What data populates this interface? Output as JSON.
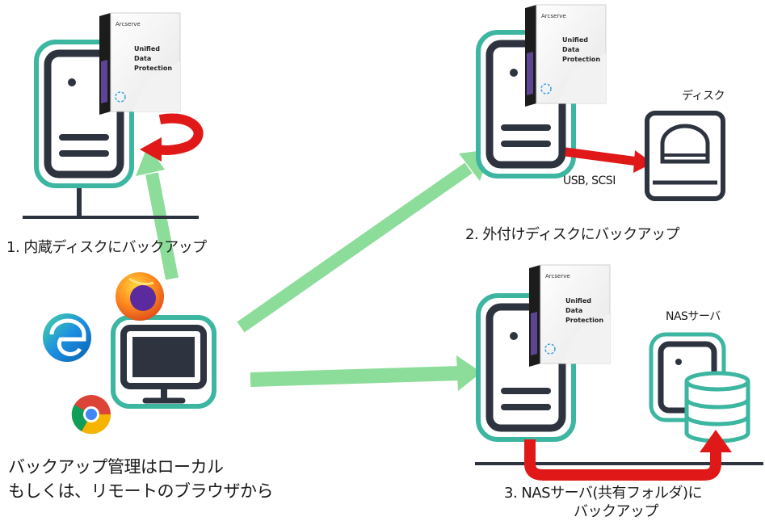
{
  "labels": {
    "step1": "1. 内蔵ディスクにバックアップ",
    "step2": "2. 外付けディスクにバックアップ",
    "step3_line1": "3. NASサーバ(共有フォルダ)に",
    "step3_line2": "バックアップ",
    "disk": "ディスク",
    "nas": "NASサーバ",
    "usb": "USB, SCSI",
    "management": "バックアップ管理はローカル\nもしくは、リモートのブラウザから"
  },
  "product_box": {
    "brand": "Arcserve",
    "lines": [
      "Unified",
      "Data",
      "Protection"
    ]
  },
  "icons": {
    "browsers": [
      "edge-icon",
      "firefox-icon",
      "chrome-icon"
    ]
  },
  "colors": {
    "teal": "#3cb6a0",
    "outline": "#2e3340",
    "red": "#e01818",
    "green_arrow": "#8cdc9a"
  }
}
